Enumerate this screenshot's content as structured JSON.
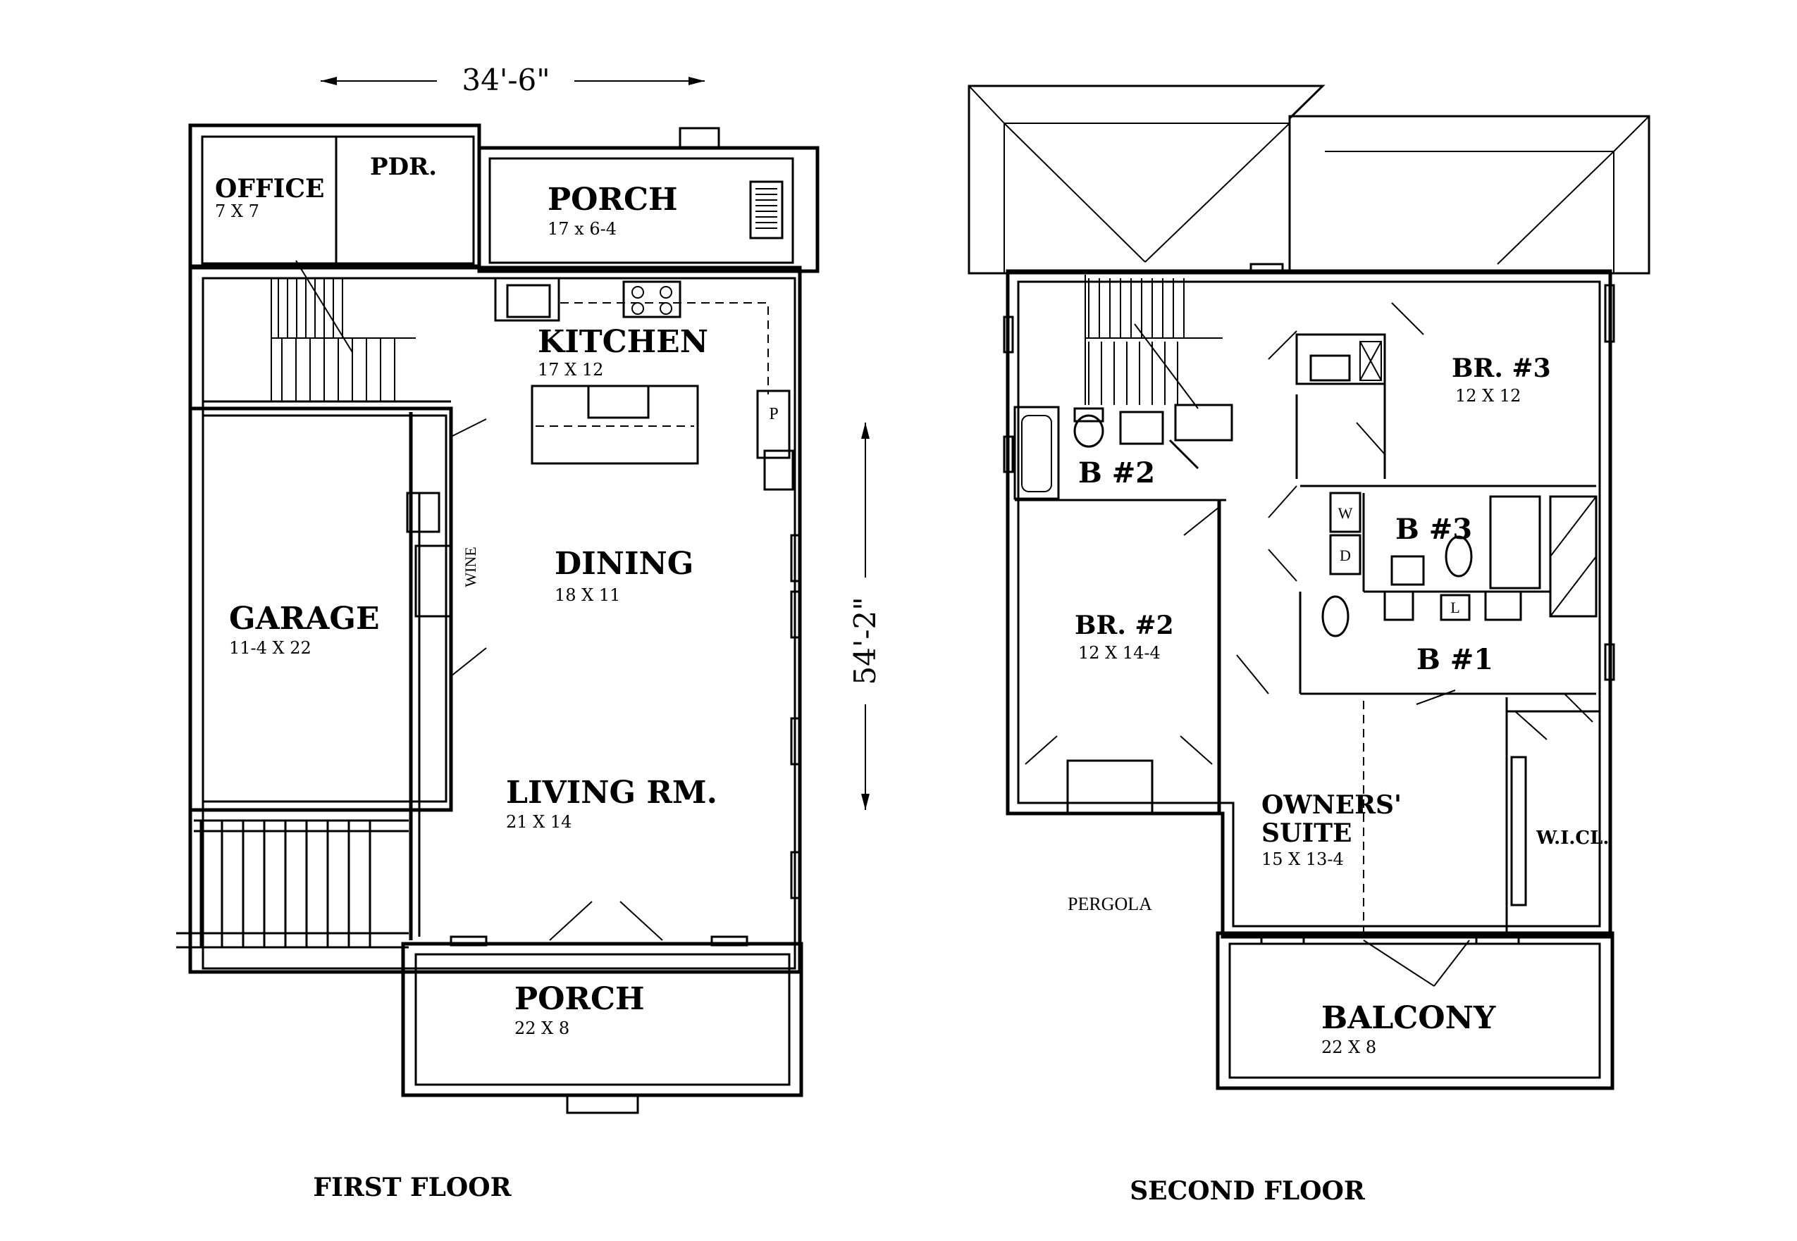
{
  "dimensions": {
    "width": "34'-6\"",
    "depth": "54'-2\""
  },
  "first_floor": {
    "title": "FIRST FLOOR",
    "rooms": {
      "office": {
        "name": "OFFICE",
        "size": "7 X 7"
      },
      "pdr": {
        "name": "PDR."
      },
      "porch_back": {
        "name": "PORCH",
        "size": "17 x 6-4"
      },
      "kitchen": {
        "name": "KITCHEN",
        "size": "17 X 12"
      },
      "dining": {
        "name": "DINING",
        "size": "18 X 11"
      },
      "garage": {
        "name": "GARAGE",
        "size": "11-4 X 22"
      },
      "living": {
        "name": "LIVING RM.",
        "size": "21 X 14"
      },
      "porch_front": {
        "name": "PORCH",
        "size": "22 X 8"
      }
    },
    "labels": {
      "wine": "WINE",
      "pantry": "P"
    }
  },
  "second_floor": {
    "title": "SECOND FLOOR",
    "rooms": {
      "br3": {
        "name": "BR. #3",
        "size": "12 X 12"
      },
      "bath2": {
        "name": "B #2"
      },
      "bath3": {
        "name": "B #3"
      },
      "bath1": {
        "name": "B #1"
      },
      "br2": {
        "name": "BR. #2",
        "size": "12 X 14-4"
      },
      "owners_line1": {
        "name": "OWNERS'"
      },
      "owners_line2": {
        "name": "SUITE",
        "size": "15 X 13-4"
      },
      "wic": {
        "name": "W.I.CL."
      },
      "balcony": {
        "name": "BALCONY",
        "size": "22 X 8"
      }
    },
    "labels": {
      "pergola": "PERGOLA",
      "washer": "W",
      "dryer": "D",
      "linen": "L"
    }
  }
}
